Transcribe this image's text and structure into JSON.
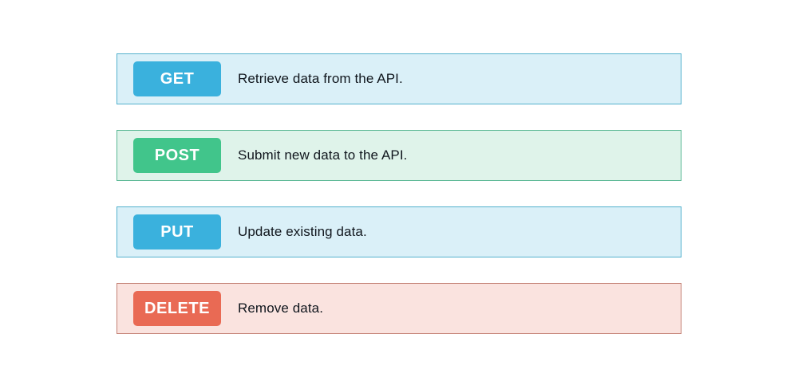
{
  "page": {
    "background_color": "#ffffff"
  },
  "rows": [
    {
      "method": "GET",
      "description": "Retrieve data from the API.",
      "badge_color": "#3ab1dd",
      "row_background": "#daf0f8",
      "border_color": "#54b1cd",
      "badge_text_color": "#ffffff"
    },
    {
      "method": "POST",
      "description": "Submit new data to the API.",
      "badge_color": "#41c58b",
      "row_background": "#dff3ea",
      "border_color": "#5ab794",
      "badge_text_color": "#ffffff"
    },
    {
      "method": "PUT",
      "description": "Update existing data.",
      "badge_color": "#3ab1dd",
      "row_background": "#daf0f8",
      "border_color": "#54b1cd",
      "badge_text_color": "#ffffff"
    },
    {
      "method": "DELETE",
      "description": "Remove data.",
      "badge_color": "#e96a54",
      "row_background": "#fae3df",
      "border_color": "#c48276",
      "badge_text_color": "#ffffff"
    }
  ]
}
